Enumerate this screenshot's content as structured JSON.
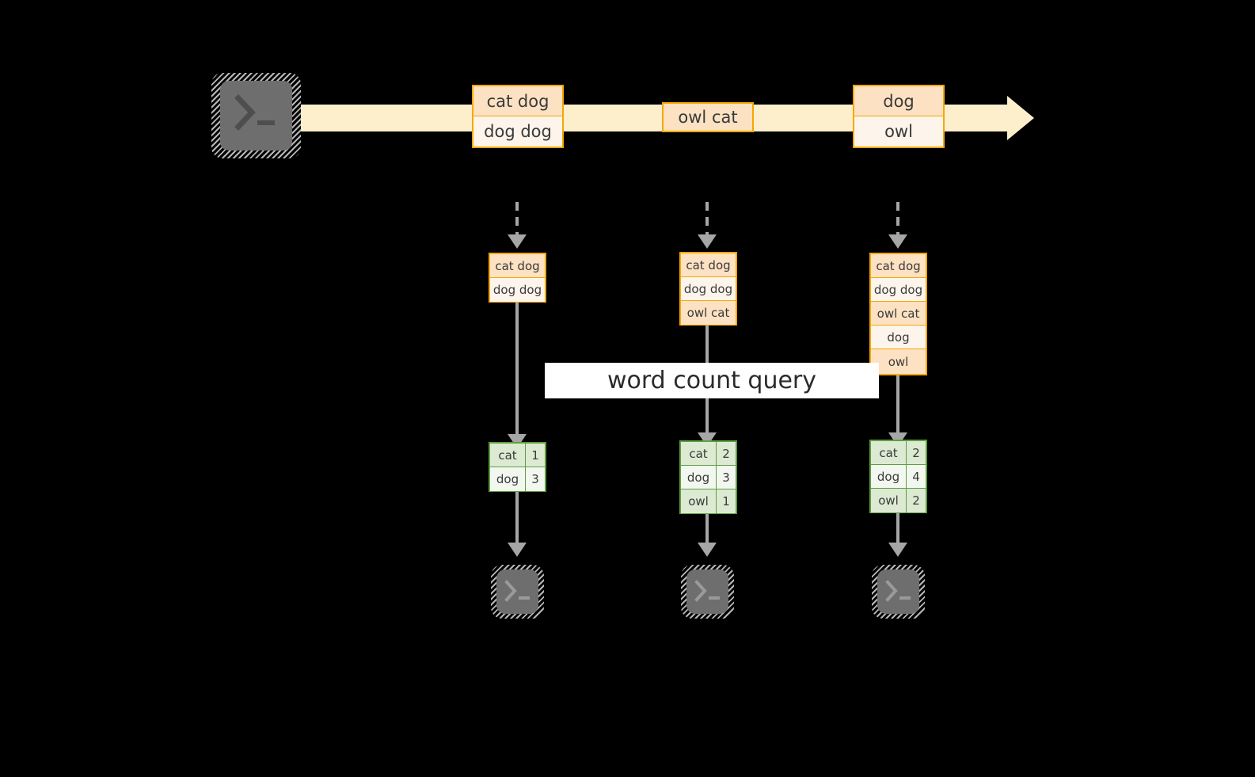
{
  "diagram": {
    "background_color": "#000000",
    "accent_orange": "#f5a800",
    "accent_green": "#5f9e41",
    "stream_fill": "#fdeecc",
    "arrow_gray": "#a6a6a6",
    "terminal_gray": "#6e6e6e",
    "label": "word count query"
  },
  "stream": {
    "source_icon": "terminal-icon",
    "events": [
      {
        "id": "event-1",
        "lines": [
          "cat dog",
          "dog dog"
        ]
      },
      {
        "id": "event-2",
        "lines": [
          "owl cat"
        ]
      },
      {
        "id": "event-3",
        "lines": [
          "dog",
          "owl"
        ]
      }
    ]
  },
  "snapshots": [
    {
      "id": "snapshot-1",
      "input_lines": [
        "cat dog",
        "dog dog"
      ],
      "result": {
        "rows": [
          {
            "word": "cat",
            "count": "1"
          },
          {
            "word": "dog",
            "count": "3"
          }
        ]
      },
      "sink_icon": "terminal-icon"
    },
    {
      "id": "snapshot-2",
      "input_lines": [
        "cat dog",
        "dog dog",
        "owl cat"
      ],
      "result": {
        "rows": [
          {
            "word": "cat",
            "count": "2"
          },
          {
            "word": "dog",
            "count": "3"
          },
          {
            "word": "owl",
            "count": "1"
          }
        ]
      },
      "sink_icon": "terminal-icon"
    },
    {
      "id": "snapshot-3",
      "input_lines": [
        "cat dog",
        "dog dog",
        "owl cat",
        "dog",
        "owl"
      ],
      "result": {
        "rows": [
          {
            "word": "cat",
            "count": "2"
          },
          {
            "word": "dog",
            "count": "4"
          },
          {
            "word": "owl",
            "count": "2"
          }
        ]
      },
      "sink_icon": "terminal-icon"
    }
  ]
}
